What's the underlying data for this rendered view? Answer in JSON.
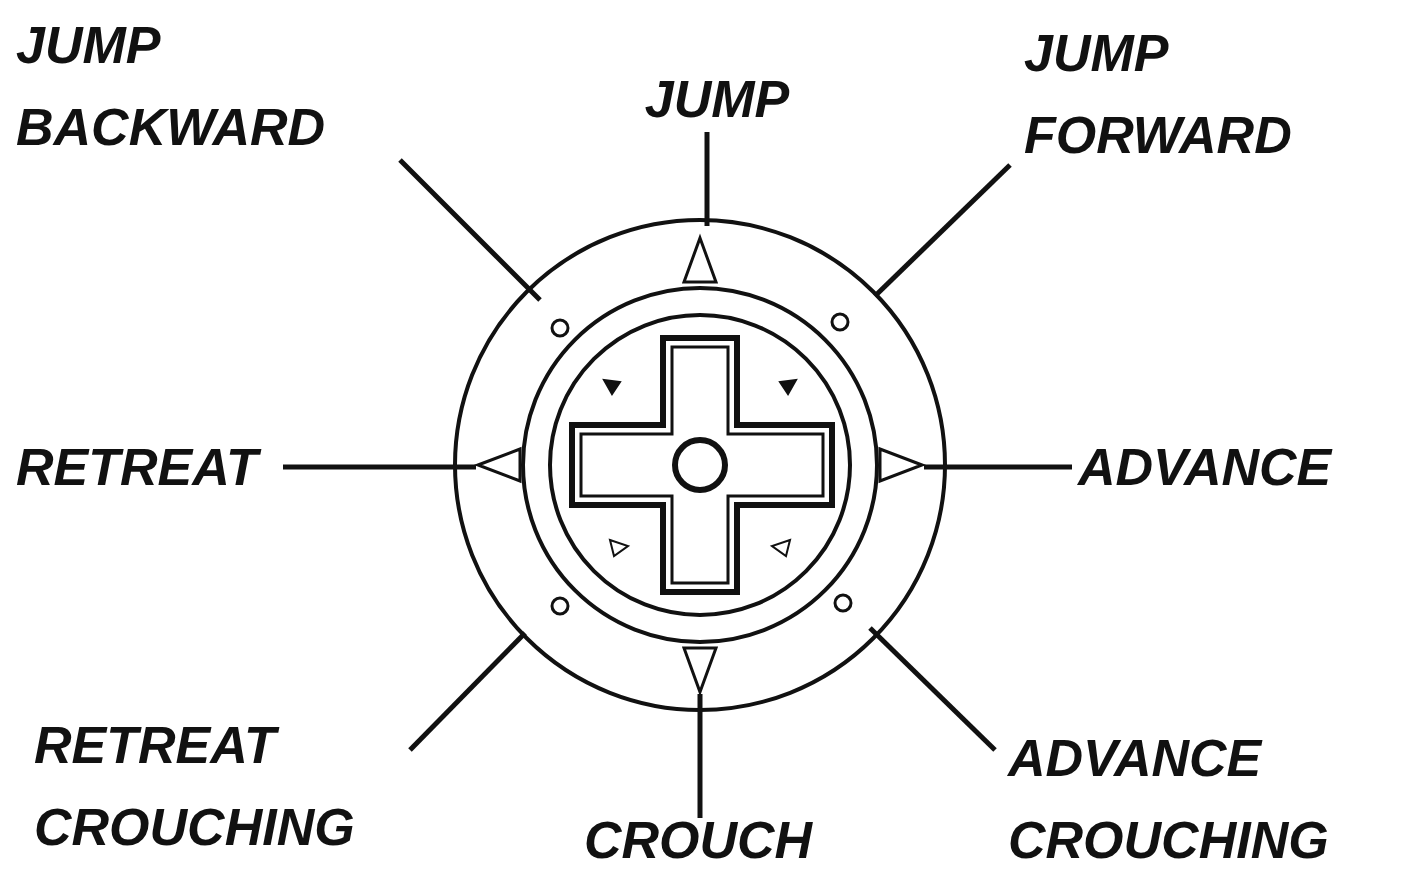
{
  "diagram": {
    "labels": [
      "JUMP BACKWARD",
      "JUMP",
      "JUMP FORWARD",
      "RETREAT",
      "ADVANCE",
      "RETREAT CROUCHING",
      "CROUCH",
      "ADVANCE CROUCHING"
    ]
  }
}
